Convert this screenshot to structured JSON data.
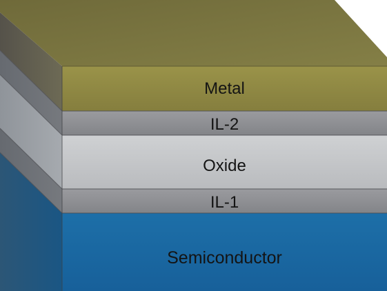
{
  "layers": [
    {
      "id": "metal",
      "label": "Metal",
      "front_color": "#8e8742",
      "side_color": "#6b6639",
      "top_color": "#7b7640"
    },
    {
      "id": "il2",
      "label": "IL-2",
      "front_color": "#8d8e92",
      "side_color": "#6f7074"
    },
    {
      "id": "oxide",
      "label": "Oxide",
      "front_color": "#c4c6c9",
      "side_color": "#9ea1a5"
    },
    {
      "id": "il1",
      "label": "IL-1",
      "front_color": "#8d8e92",
      "side_color": "#6f7074"
    },
    {
      "id": "semiconductor",
      "label": "Semiconductor",
      "front_color": "#1b679e",
      "side_color": "#16507a"
    }
  ]
}
